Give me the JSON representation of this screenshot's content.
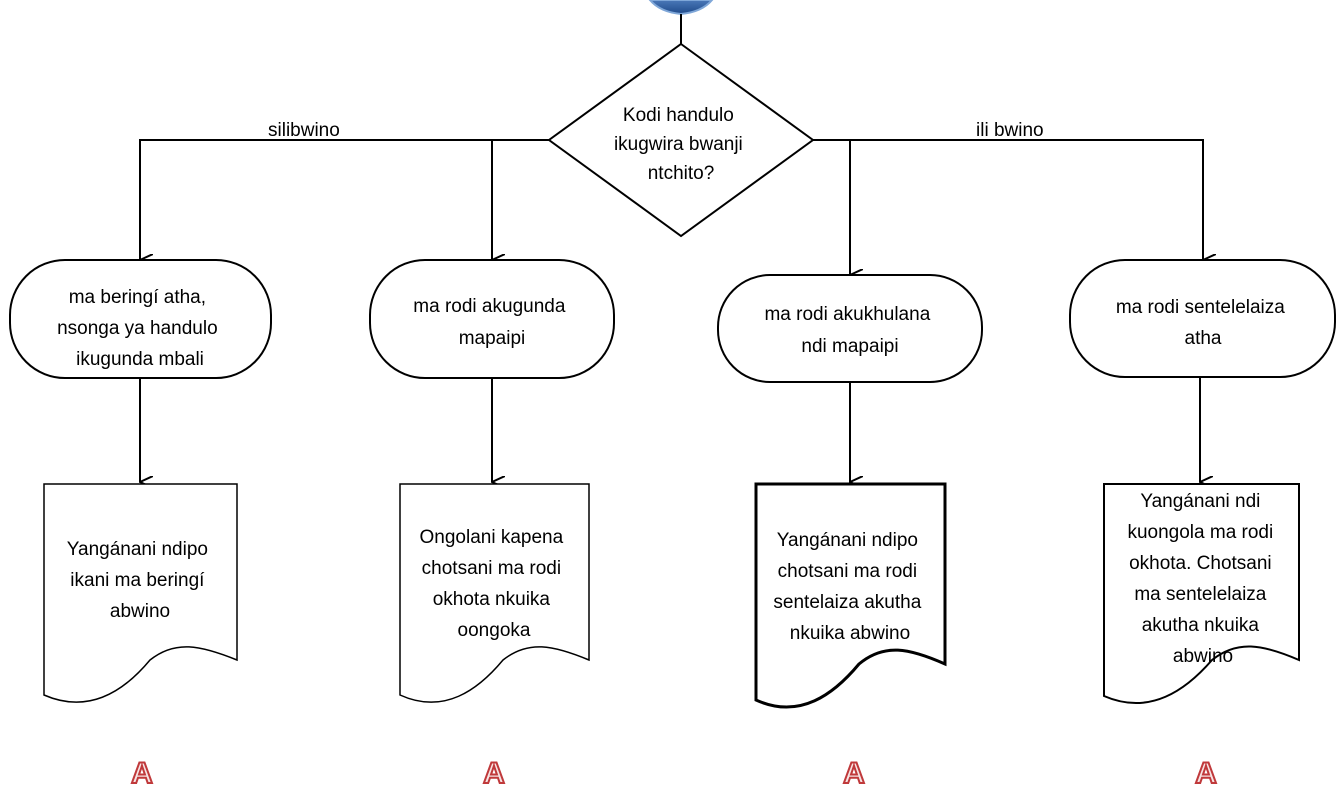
{
  "decision": {
    "lines": [
      "Kodi handulo",
      "ikugwira  bwanji",
      "ntchito?"
    ],
    "no_label": "silibwino",
    "yes_label": "ili bwino"
  },
  "branches": [
    {
      "cause": [
        "ma beringí atha,",
        "nsonga ya handulo",
        "ikugunda mbali"
      ],
      "action": [
        "Yangánani ndipo",
        "ikani ma beringí",
        "abwino"
      ],
      "connector": "A"
    },
    {
      "cause": [
        "ma rodi akugunda",
        "mapaipi"
      ],
      "action": [
        "Ongolani kapena",
        "chotsani ma rodi",
        "okhota nkuika",
        "oongoka"
      ],
      "connector": "A"
    },
    {
      "cause": [
        "ma rodi akukhulana",
        "ndi mapaipi"
      ],
      "action": [
        "Yangánani ndipo",
        "chotsani ma rodi",
        "sentelaiza akutha",
        "nkuika abwino"
      ],
      "connector": "A"
    },
    {
      "cause": [
        "ma rodi sentelelaiza",
        "atha"
      ],
      "action": [
        "Yangánani ndi",
        "kuongola ma rodi",
        "okhota. Chotsani",
        "ma sentelelaiza",
        "akutha nkuika",
        "abwino"
      ],
      "connector": "A"
    }
  ]
}
